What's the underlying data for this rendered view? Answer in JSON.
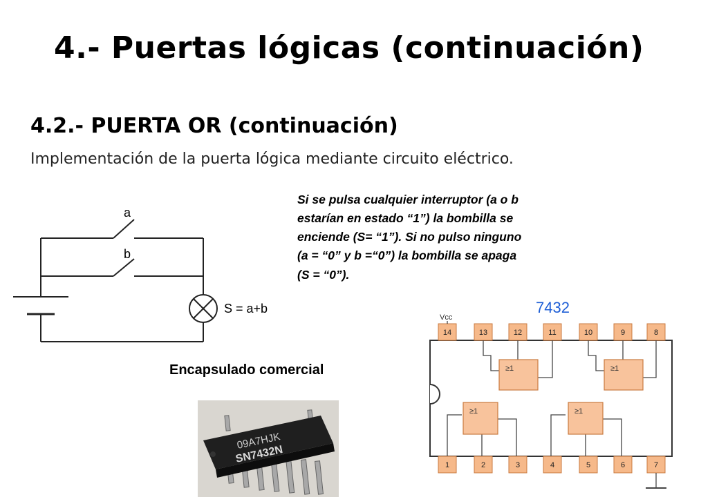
{
  "slide": {
    "title": "4.- Puertas lógicas (continuación)",
    "subtitle": "4.2.- PUERTA OR (continuación)",
    "intro": "Implementación de la puerta lógica mediante circuito eléctrico.",
    "description_lines": [
      "Si se pulsa cualquier interruptor (a o b",
      "estarían en estado “1”) la bombilla se",
      "enciende (S= “1”). Si no pulso ninguno",
      "(a = “0” y b =“0”) la bombilla se apaga",
      "(S = “0”)."
    ],
    "package_label": "Encapsulado comercial"
  },
  "circuit": {
    "switch_a": "a",
    "switch_b": "b",
    "output_formula": "S = a+b"
  },
  "chip_photo": {
    "marking_line1": "09A7HJK",
    "marking_line2": "SN7432N"
  },
  "pinout": {
    "chip_name": "7432",
    "vcc_label": "Vcc",
    "top_pins": [
      "14",
      "13",
      "12",
      "11",
      "10",
      "9",
      "8"
    ],
    "bottom_pins": [
      "1",
      "2",
      "3",
      "4",
      "5",
      "6",
      "7"
    ],
    "gate_symbol": "≥1",
    "colors": {
      "chip_name": "#1f5fd6",
      "pin_fill": "#f6b98a",
      "gate_fill": "#f8c39c",
      "outline": "#333333"
    }
  }
}
